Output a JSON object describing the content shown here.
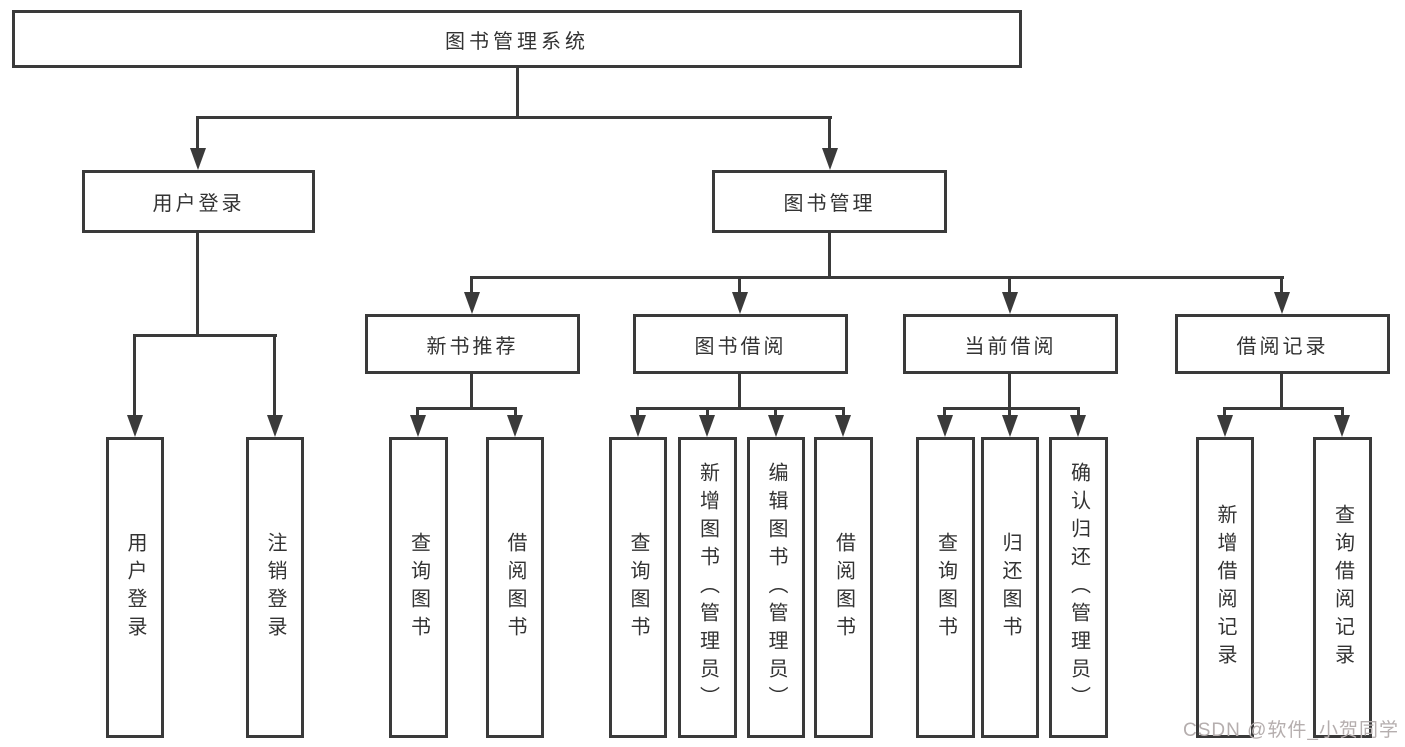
{
  "colors": {
    "line": "#3a3a3a",
    "text": "#333333",
    "watermark": "#b5aeae",
    "background": "#ffffff"
  },
  "nodes": {
    "root": "图书管理系统",
    "level2": {
      "userLogin": "用户登录",
      "bookMgmt": "图书管理"
    },
    "level3": {
      "newBooks": "新书推荐",
      "bookBorrow": "图书借阅",
      "currentBorrow": "当前借阅",
      "borrowRecords": "借阅记录"
    },
    "leaves": {
      "userLogin": "用户登录",
      "logout": "注销登录",
      "nbQuery": "查询图书",
      "nbBorrow": "借阅图书",
      "bbQuery": "查询图书",
      "bbAdd": "新增图书（管理员）",
      "bbEdit": "编辑图书（管理员）",
      "bbBorrow": "借阅图书",
      "cbQuery": "查询图书",
      "cbReturn": "归还图书",
      "cbConfirm": "确认归还（管理员）",
      "brAdd": "新增借阅记录",
      "brQuery": "查询借阅记录"
    }
  },
  "edges": [
    [
      "图书管理系统",
      "用户登录"
    ],
    [
      "图书管理系统",
      "图书管理"
    ],
    [
      "用户登录",
      "用户登录"
    ],
    [
      "用户登录",
      "注销登录"
    ],
    [
      "图书管理",
      "新书推荐"
    ],
    [
      "图书管理",
      "图书借阅"
    ],
    [
      "图书管理",
      "当前借阅"
    ],
    [
      "图书管理",
      "借阅记录"
    ],
    [
      "新书推荐",
      "查询图书"
    ],
    [
      "新书推荐",
      "借阅图书"
    ],
    [
      "图书借阅",
      "查询图书"
    ],
    [
      "图书借阅",
      "新增图书（管理员）"
    ],
    [
      "图书借阅",
      "编辑图书（管理员）"
    ],
    [
      "图书借阅",
      "借阅图书"
    ],
    [
      "当前借阅",
      "查询图书"
    ],
    [
      "当前借阅",
      "归还图书"
    ],
    [
      "当前借阅",
      "确认归还（管理员）"
    ],
    [
      "借阅记录",
      "新增借阅记录"
    ],
    [
      "借阅记录",
      "查询借阅记录"
    ]
  ],
  "watermark": "CSDN @软件_小贺同学"
}
